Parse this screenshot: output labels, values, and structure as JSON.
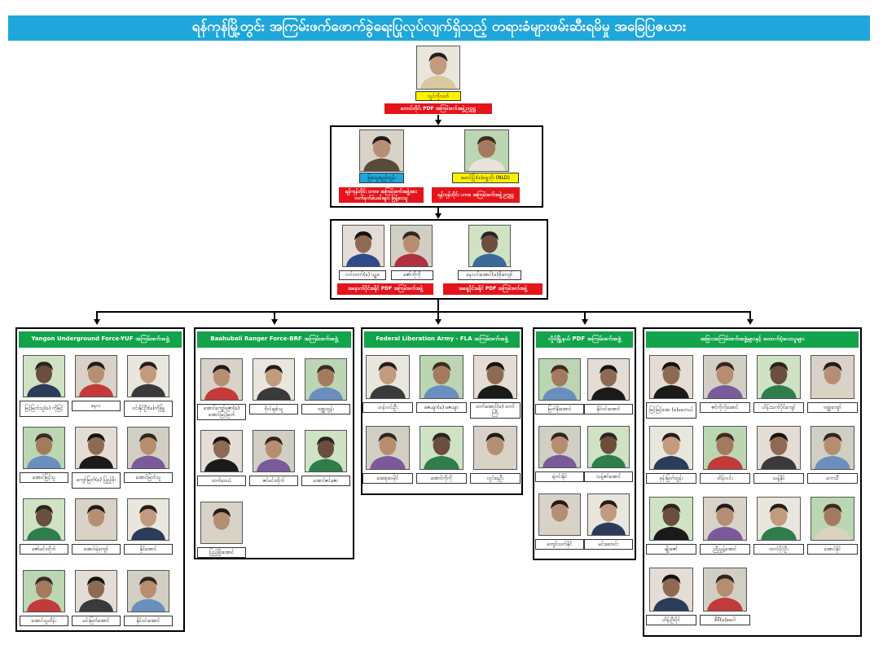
{
  "title": "ရန်ကုန်မြို့တွင်း အကြမ်းဖက်ဖောက်ခွဲရေးပြုလုပ်လျက်ရှိသည့် တရားခံများဖမ်းဆီးရမိမှု အခြေပြဇယား",
  "colors": {
    "title_bg": "#1fa7dc",
    "red": "#e5141a",
    "yellow": "#fff200",
    "green": "#13a34a"
  },
  "leader": {
    "name": "လွင်ကိုလတ်",
    "role": "ဘောင်တိုင်း PDF အကြမ်းဖက်အဖွဲ့ဥက္ကဋ္ဌ"
  },
  "level2": [
    {
      "name": "မြသွေးရည်ထွန်း",
      "role": "ရန်ကုန်တိုင်း ပကဖ အကြမ်းဖက်အဖွဲ့အား လက်နက်ခဲယမ်းများ ဖြန့်ဝေသူ"
    },
    {
      "name": "မောင်ပြုံး(ခ)ရွှေဘိုး (NLD)",
      "role": "ရန်ကုန်တိုင်း ပကဖ အကြမ်းဖက်အဖွဲ့ ဥက္ကဋ္ဌ"
    }
  ],
  "level3": {
    "people": [
      "လင်းထက်(ခ) ပဉ္စမ",
      "ဇော်ကိုကို",
      "နေလင်းအောင်(ခ)ဖိုးကျော်"
    ],
    "roles": [
      "အနောက်ပိုင်းခရိုင် PDF အကြမ်းဖက်အဖွဲ့",
      "အရှေ့ပိုင်းခရိုင် PDF အကြမ်းဖက်အဖွဲ့"
    ]
  },
  "groups": [
    {
      "header": "Yangon Underground Force-YUF အကြမ်းဖက်အဖွဲ့",
      "members": [
        "မြင့်မြတ်သူ(ခ) ကိုမြင့်",
        "နေလ",
        "ဝင်းနိုင်ဦး(ခ)ကိုဖြူ",
        "အောင်မြင့်သူ",
        "ကျော်မြတ်(ခ) ပြည့်ဖိုး",
        "အောင်မြတ်သူ",
        "ဇော်မင်းထိုက်",
        "အောင်ရဲကျော်",
        "နိုင်အောင်",
        "အောင်သူဟိန်း",
        "မင်းမြတ်အောင်",
        "နိုင်ဝင်းအောင်"
      ]
    },
    {
      "header": "Baahubali Ranger Force-BRF အကြမ်းဖက်အဖွဲ့",
      "members": [
        "အောင်ကျော်ဇော(ခ) အောင်မြင့်မြတ်",
        "ဗိုလ်ချစ်သူ",
        "ဝဏ္ဏထွန်း",
        "ထက်ဝေယံ",
        "ဇင်မင်းထိုက်",
        "အောင်ဇင်ဇော",
        "ပြည့်ဖြိုးအောင်"
      ]
    },
    {
      "header": "Federal Liberation Army - FLA အကြမ်းဖက်အဖွဲ့",
      "members": [
        "ဟန်လင်းဦး",
        "ဇေယျာ(ခ) ဇေယျာ",
        "ထက်အောင်(ခ) ထက်ကြီး",
        "အေးစုဝေမိုင်",
        "အောင်ကိုကို",
        "လွင်နေဦး"
      ]
    },
    {
      "header": "လှိုင်မြို့နယ် PDF အကြမ်းဖက်အဖွဲ့",
      "members": [
        "မြတ်နိုးအောင်",
        "နိုင်ဝင်းအောင်",
        "ရဲဝင်းနိုင်",
        "သန့်ဇင်အောင်",
        "ကျော်သက်နိုင်",
        "မင်းစေးဝင်း"
      ]
    },
    {
      "header": "အခြားအကြမ်းဖက်အဖွဲ့များနှင့် ထောက်ပံ့ပေးသူများ",
      "members": [
        "မြင့်မြင့်အေး (ခ)မေဘယ်",
        "ဇင်ကိုကိုအောင်",
        "ဟိန်းသက်ပိုင်ကျော်",
        "ဝဏ္ဏကျော်",
        "ဖုန်းမြတ်ထွန်း",
        "ထိန်လင်း",
        "သန့်နိုင်",
        "ကေသီ",
        "မျိုးဇော်",
        "ညီညွှန့်အောင်",
        "ထက်ပိုင်ဦး",
        "အောင်နိုင်",
        "ဟိန်းဦးပိုင်",
        "စီစီ(ခ)မေဝါ"
      ]
    }
  ]
}
